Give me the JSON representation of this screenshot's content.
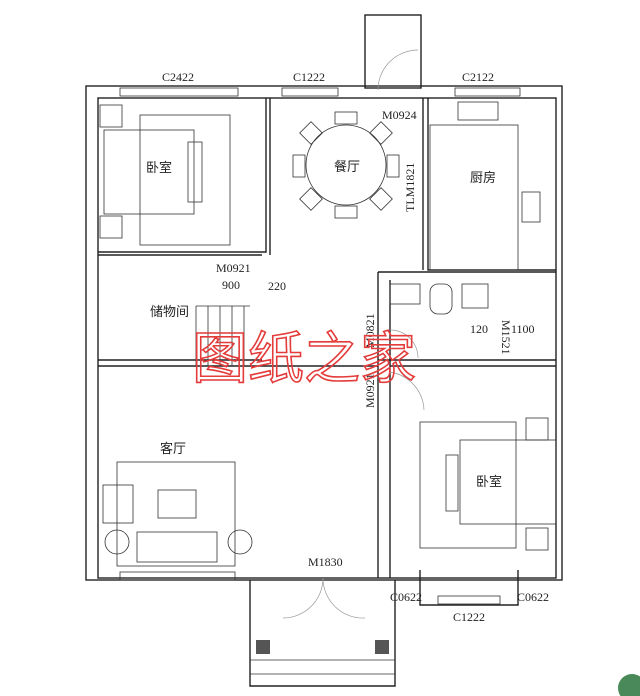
{
  "rooms": {
    "bedroom_nw": "卧室",
    "dining": "餐厅",
    "kitchen": "厨房",
    "storage": "储物间",
    "living": "客厅",
    "bedroom_se": "卧室"
  },
  "labels": {
    "window_nw": "C2422",
    "window_top_mid": "C1222",
    "window_ne": "C2122",
    "door_dining": "M0924",
    "door_kitchen": "TLM1821",
    "door_storage": "M0921",
    "dim_900": "900",
    "dim_220": "220",
    "door_bath": "M0821",
    "door_bath2": "M1521",
    "dim_120": "120",
    "dim_1100": "1100",
    "door_bedroom": "M0921",
    "door_main": "M1830",
    "window_bay_left": "C0622",
    "window_bay_mid": "C1222",
    "window_bay_right": "C0622"
  },
  "watermark": "图纸之家",
  "colors": {
    "watermark": "#e43b3b",
    "walls": "#222222"
  }
}
